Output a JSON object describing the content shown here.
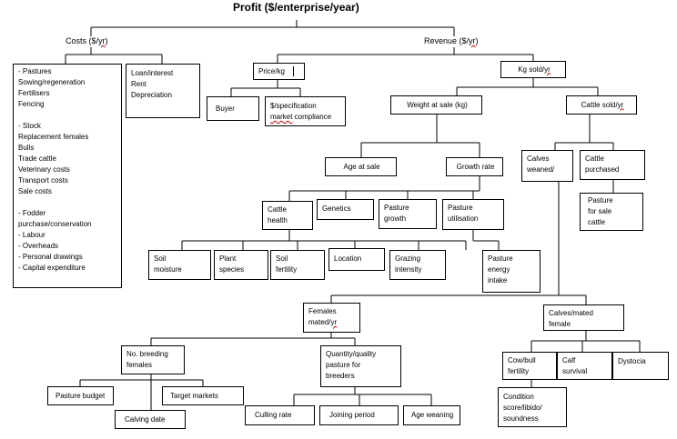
{
  "title": "Profit ($/enterprise/year)",
  "costs": {
    "label": "Costs ($/yr)",
    "list": "- Pastures\n   Sowing/regeneration\n   Fertilisers\n   Fencing\n\n- Stock\n   Replacement  females\n   Bulls\n   Trade cattle\n   Veterinary  costs\n   Transport  costs\n   Sale costs\n\n- Fodder\n purchase/conservation\n- Labour\n- Overheads\n- Personal  drawings\n- Capital expenditure",
    "fixed": "Loan/interest\n  Rent\n  Depreciation"
  },
  "revenue": {
    "label": "Revenue ($/yr)",
    "price": "Price/kg",
    "buyer": "Buyer",
    "spec": "$/specification\nmarket compliance",
    "kg_sold": "Kg sold/yr",
    "weight_at_sale": "Weight at sale (kg)",
    "cattle_sold": "Cattle sold/yr",
    "age_at_sale": "Age at sale",
    "growth_rate": "Growth rate",
    "calves_weaned": "Calves\nweaned/",
    "cattle_purchased": "Cattle\npurchased",
    "pasture_for_sale": "Pasture\nfor sale\ncattle",
    "cattle_health": "Cattle\nhealth",
    "genetics": "Genetics",
    "pasture_growth": "Pasture\ngrowth",
    "pasture_utilisation": "Pasture\nutilisation",
    "soil_moisture": "Soil\nmoisture",
    "plant_species": "Plant\nspecies",
    "soil_fertility": "Soil\nfertility",
    "location": "Location",
    "grazing_intensity": "Grazing\nintensity",
    "pasture_energy": "Pasture\nenergy\nintake"
  },
  "breeding": {
    "females_mated": "Females\nmated/yr",
    "calves_mated": "Calves/mated\nfemale",
    "no_breeding": "No. breeding\nfemales",
    "quantity_quality": "Quantity/quality\npasture  for\nbreeders",
    "pasture_budget": "Pasture  budget",
    "target_markets": "Target markets",
    "calving_date": "Calving date",
    "culling_rate": "Culling rate",
    "joining_period": "Joining period",
    "age_weaning": "Age weaning",
    "cow_bull": "Cow/bull\nfertility",
    "calf_survival": "Calf\nsurvival",
    "dystocia": "Dystocia",
    "condition": "Condition\nscore/libido/\nsoundness"
  }
}
